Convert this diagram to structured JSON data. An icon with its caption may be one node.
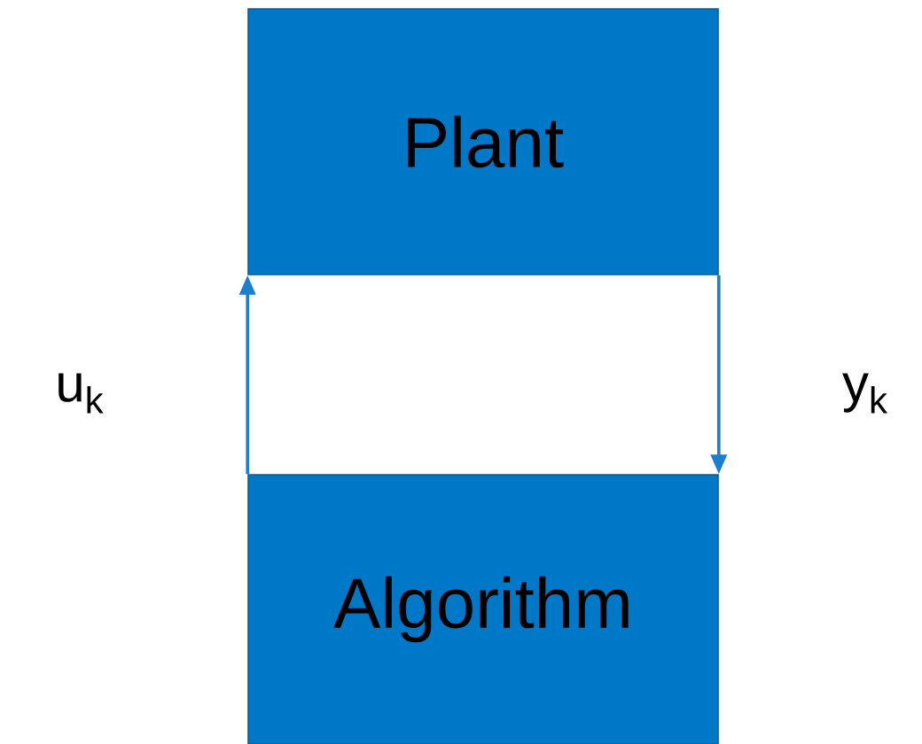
{
  "diagram": {
    "nodes": [
      {
        "text": [
          "Plant"
        ]
      },
      {
        "text": [
          "Algorithm"
        ]
      }
    ],
    "edges": [
      {
        "from": 1,
        "to": 0,
        "arrow": "to",
        "label": "u$_{k}$"
      },
      {
        "from": 0,
        "to": 1,
        "arrow": "to",
        "label": "y$_{k}$"
      }
    ]
  }
}
